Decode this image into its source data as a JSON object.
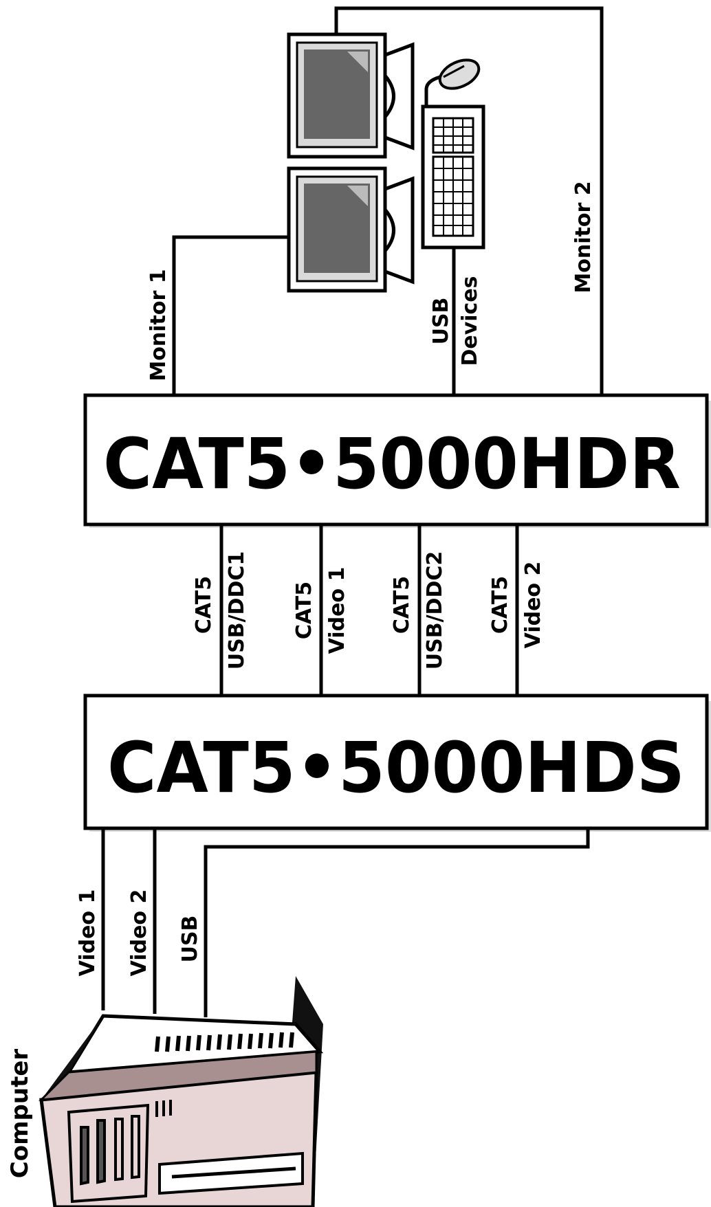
{
  "units": {
    "receiver": "CAT5•5000HDR",
    "sender": "CAT5•5000HDS"
  },
  "top_links": {
    "monitor1": "Monitor 1",
    "usb": "USB",
    "devices": "Devices",
    "monitor2": "Monitor 2"
  },
  "cat5_links": [
    {
      "cat": "CAT5",
      "signal": "USB/DDC1"
    },
    {
      "cat": "CAT5",
      "signal": "Video 1"
    },
    {
      "cat": "CAT5",
      "signal": "USB/DDC2"
    },
    {
      "cat": "CAT5",
      "signal": "Video 2"
    }
  ],
  "bottom_links": {
    "video1": "Video 1",
    "video2": "Video 2",
    "usb": "USB"
  },
  "computer_label": "Computer",
  "colors": {
    "line": "#000000",
    "screen": "#666666",
    "screen_frame": "#d9d9d9",
    "computer_body": "#e8d6d6",
    "computer_shade": "#a99090"
  },
  "icons": [
    "monitor-icon",
    "monitor-icon",
    "keyboard-icon",
    "mouse-icon",
    "computer-icon"
  ]
}
